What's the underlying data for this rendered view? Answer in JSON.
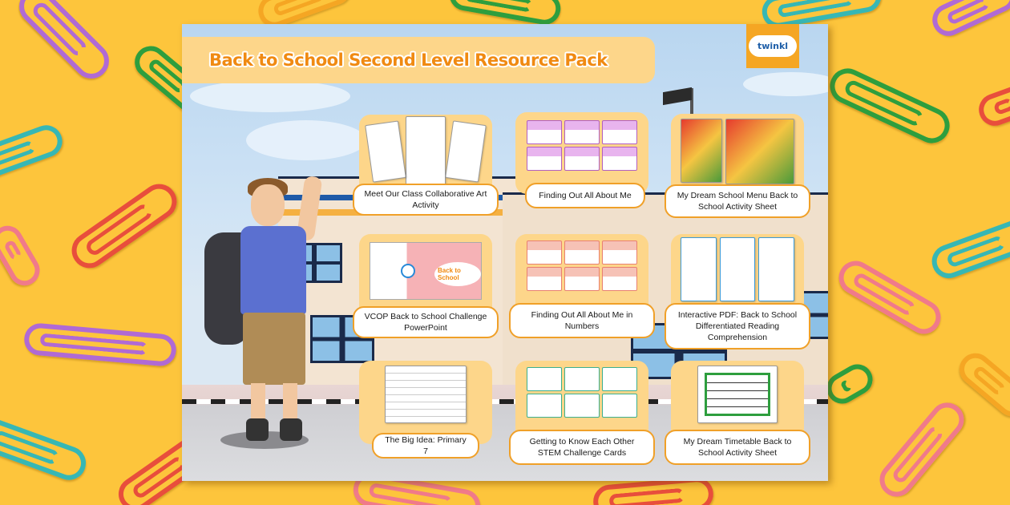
{
  "header": {
    "title": "Back to School Second Level Resource Pack",
    "logo_text": "twinkl",
    "logo_icon": "twinkl-cloud-logo"
  },
  "colors": {
    "background": "#fdc53c",
    "title_text": "#f08a12",
    "title_bar": "#fdd68a",
    "card_bg": "#fdd68a",
    "label_border": "#f0a028",
    "logo_bg": "#f5a623",
    "logo_text": "#1f5fa8"
  },
  "illustration": {
    "scene": "school-building-with-waving-boy",
    "character": "boy-with-backpack"
  },
  "resources": [
    {
      "label": "Meet Our Class Collaborative Art Activity",
      "thumb": "worksheet-pages"
    },
    {
      "label": "Finding Out All About Me",
      "thumb": "purple-cards"
    },
    {
      "label": "My Dream School Menu Back to School Activity Sheet",
      "thumb": "menu-sheets"
    },
    {
      "label": "VCOP Back to School Challenge PowerPoint",
      "thumb": "powerpoint-slides"
    },
    {
      "label": "Finding Out All About Me in Numbers",
      "thumb": "red-cards"
    },
    {
      "label": "Interactive PDF: Back to School Differentiated Reading Comprehension",
      "thumb": "reading-pages"
    },
    {
      "label": "The Big Idea: Primary 7",
      "thumb": "single-worksheet"
    },
    {
      "label": "Getting to Know Each Other STEM Challenge Cards",
      "thumb": "green-cards"
    },
    {
      "label": "My Dream Timetable Back to School Activity Sheet",
      "thumb": "timetable-sheet"
    }
  ],
  "decorations": {
    "paperclip_colors": [
      "#b06ad4",
      "#2e9e3e",
      "#37b7b4",
      "#e84e3c",
      "#f07a8a"
    ]
  }
}
